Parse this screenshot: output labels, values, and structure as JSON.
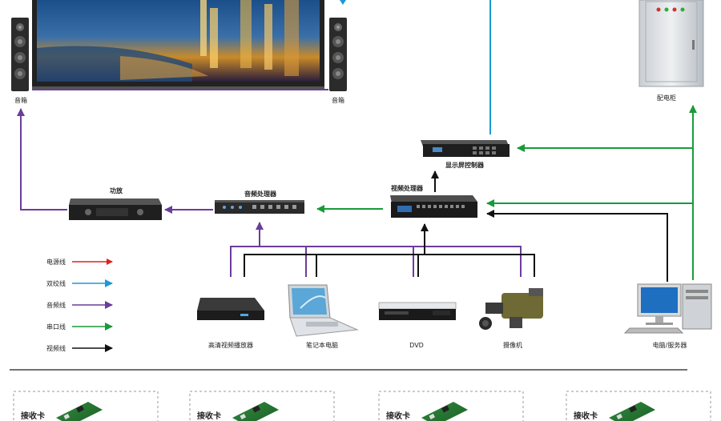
{
  "labels": {
    "speaker_left": "音箱",
    "speaker_right": "音箱",
    "distribution_cabinet": "配电柜",
    "screen_controller": "显示屏控制器",
    "video_processor": "视频处理器",
    "audio_processor": "音频处理器",
    "amplifier": "功放",
    "hd_player": "高清视频播放器",
    "laptop": "笔记本电脑",
    "dvd": "DVD",
    "camera": "摄像机",
    "pc_server": "电脑/服务器"
  },
  "legend": [
    {
      "label": "电源线",
      "color": "#e0211b"
    },
    {
      "label": "双绞线",
      "color": "#1a9ad6"
    },
    {
      "label": "音频线",
      "color": "#6a3d9a"
    },
    {
      "label": "串口线",
      "color": "#1a9a3a"
    },
    {
      "label": "视频线",
      "color": "#111111"
    }
  ],
  "receiver_cards": [
    "接收卡",
    "接收卡",
    "接收卡",
    "接收卡"
  ],
  "colors": {
    "power": "#e0211b",
    "twisted_pair": "#1a9ad6",
    "audio": "#6a3d9a",
    "serial": "#1a9a3a",
    "video": "#111111"
  }
}
